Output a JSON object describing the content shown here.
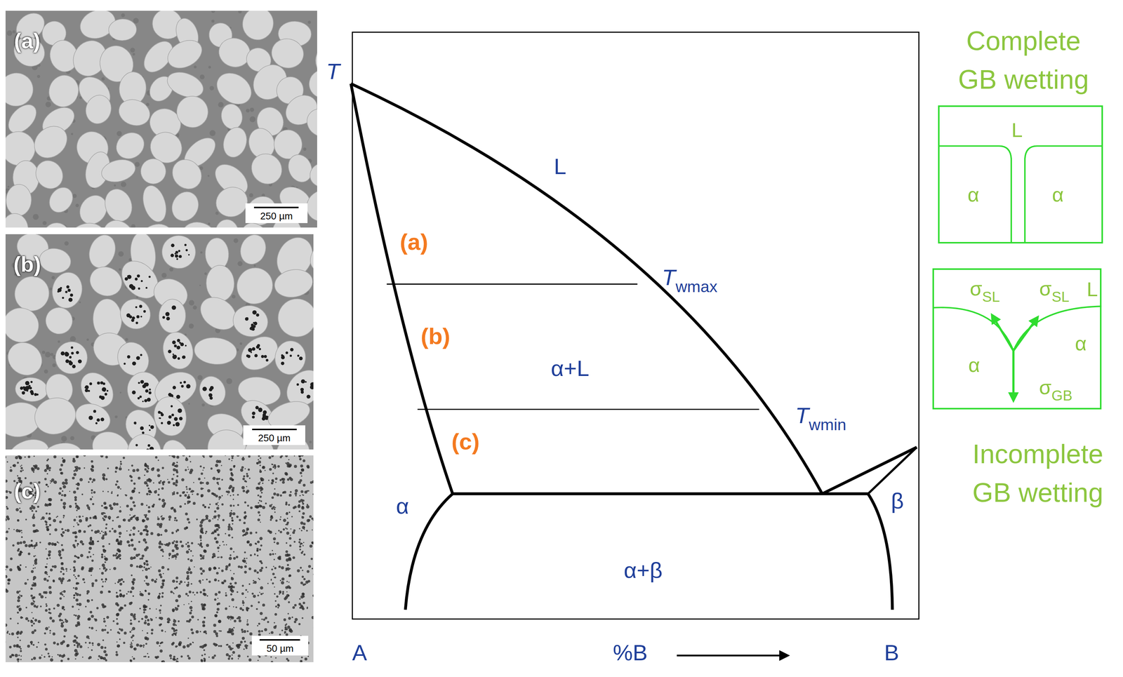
{
  "diagram": {
    "nodes": [
      {
        "text": [
          "(a)",
          "250 µm"
        ]
      },
      {
        "text": [
          "(b)",
          "250 µm"
        ]
      },
      {
        "text": [
          "(c)",
          "50 µm"
        ]
      },
      {
        "text": [
          "Complete GB wetting",
          "L",
          "α",
          "α"
        ]
      },
      {
        "text": [
          "σSL",
          "σSL",
          "L",
          "α",
          "α",
          "σGB",
          "Incomplete GB wetting"
        ]
      }
    ],
    "labels": [
      "T",
      "L",
      "(a)",
      "(b)",
      "(c)",
      "α+L",
      "Twmax",
      "Twmin",
      "α",
      "β",
      "α+β",
      "A",
      "%B",
      "B"
    ]
  }
}
